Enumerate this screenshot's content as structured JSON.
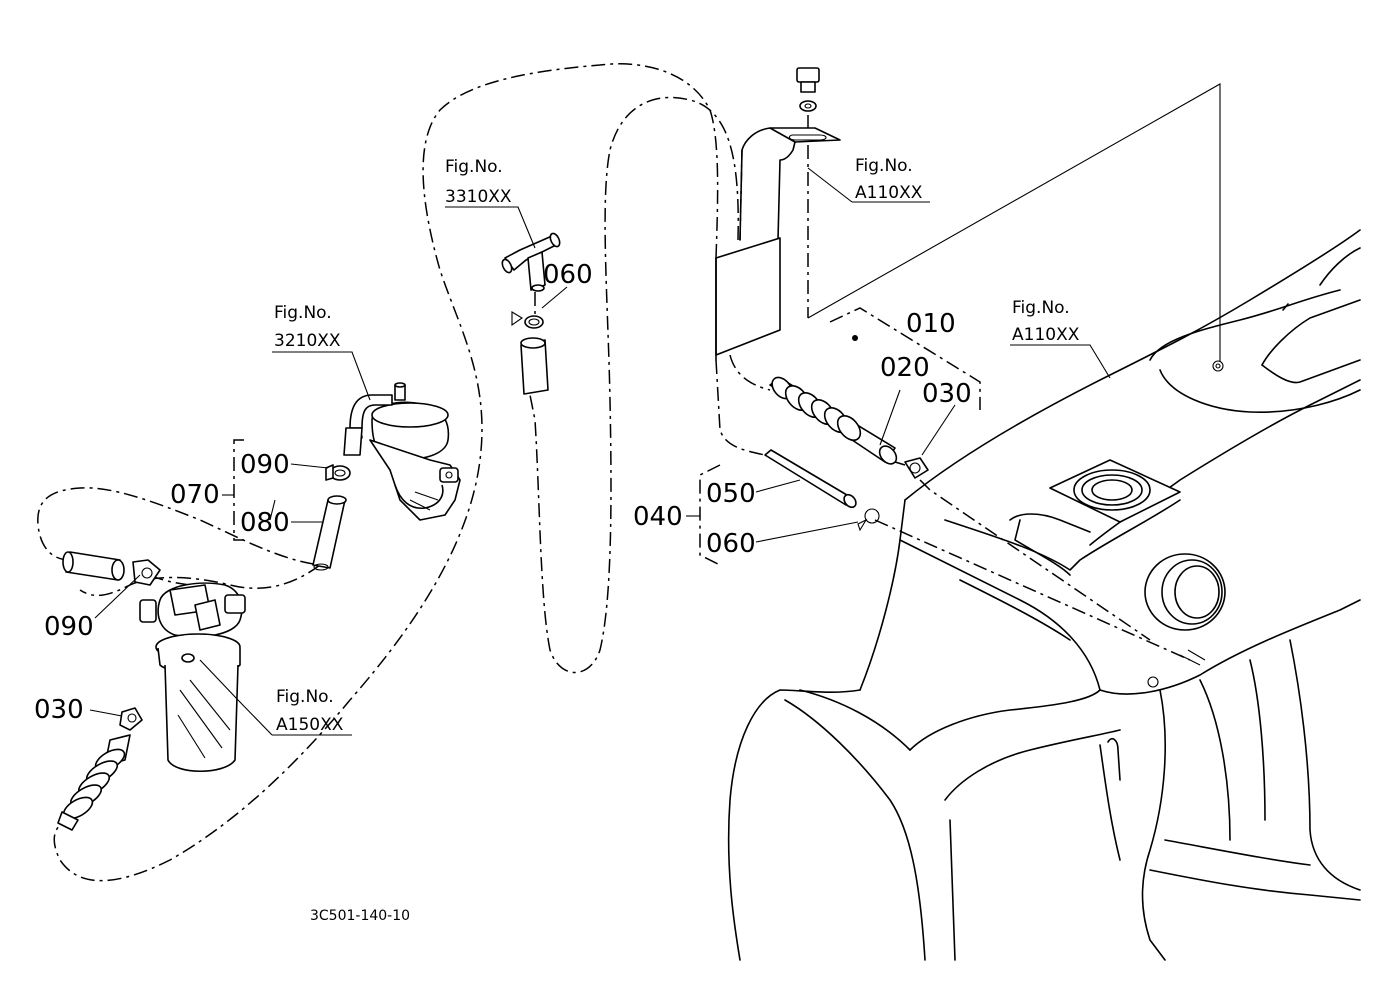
{
  "diagram": {
    "drawing_code": "3C501-140-10",
    "figure_label": "Fig.No.",
    "figure_refs": {
      "tee_joint": "3310XX",
      "fuel_pump": "3210XX",
      "bracket": "A110XX",
      "fuel_tank": "A110XX",
      "fuel_filter": "A150XX"
    },
    "callouts": {
      "c010": "010",
      "c020": "020",
      "c030_tank": "030",
      "c030_filter": "030",
      "c040": "040",
      "c050": "050",
      "c060_tank": "060",
      "c060_tee": "060",
      "c070": "070",
      "c080": "080",
      "c090_pump": "090",
      "c090_filter": "090"
    }
  }
}
